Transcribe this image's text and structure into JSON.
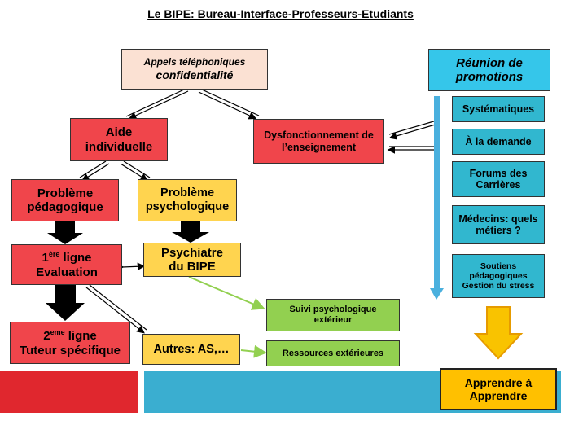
{
  "title": "Le BIPE: Bureau-Interface-Professeurs-Etudiants",
  "nodes": {
    "appels_line1": "Appels téléphoniques",
    "appels_line2": "confidentialité",
    "aide_line1": "Aide",
    "aide_line2": "individuelle",
    "dysfonctionnement": "Dysfonctionnement de l’enseignement",
    "probleme_peda_line1": "Problème",
    "probleme_peda_line2": "pédagogique",
    "probleme_psy_line1": "Problème",
    "probleme_psy_line2": "psychologique",
    "premiere_sup": "ère",
    "premiere_prefix": "1",
    "premiere_rest": " ligne",
    "evaluation": "Evaluation",
    "psychiatre_line1": "Psychiatre",
    "psychiatre_line2": "du BIPE",
    "deuxieme_prefix": "2",
    "deuxieme_sup": "eme",
    "deuxieme_rest": " ligne",
    "tuteur": "Tuteur spécifique",
    "autres": "Autres: AS,…",
    "suivi": "Suivi psychologique extérieur",
    "ressources": "Ressources extérieures"
  },
  "right_column": {
    "header_line1": "Réunion de",
    "header_line2": "promotions",
    "items": [
      "Systématiques",
      "À la demande",
      "Forums des Carrières",
      "Médecins: quels métiers ?",
      "Soutiens pédagogiques Gestion du stress"
    ],
    "footer_line1": "Apprendre à",
    "footer_line2": "Apprendre"
  },
  "colors": {
    "red": "#f0454b",
    "pink": "#fbe1d3",
    "yellow": "#ffd44f",
    "green": "#92d050",
    "teal": "#31b7cf",
    "bar_red": "#e0272e",
    "bar_blue": "#3aaed0",
    "arrow_blue": "#4ab0de",
    "arrow_orange": "#f5a623"
  }
}
